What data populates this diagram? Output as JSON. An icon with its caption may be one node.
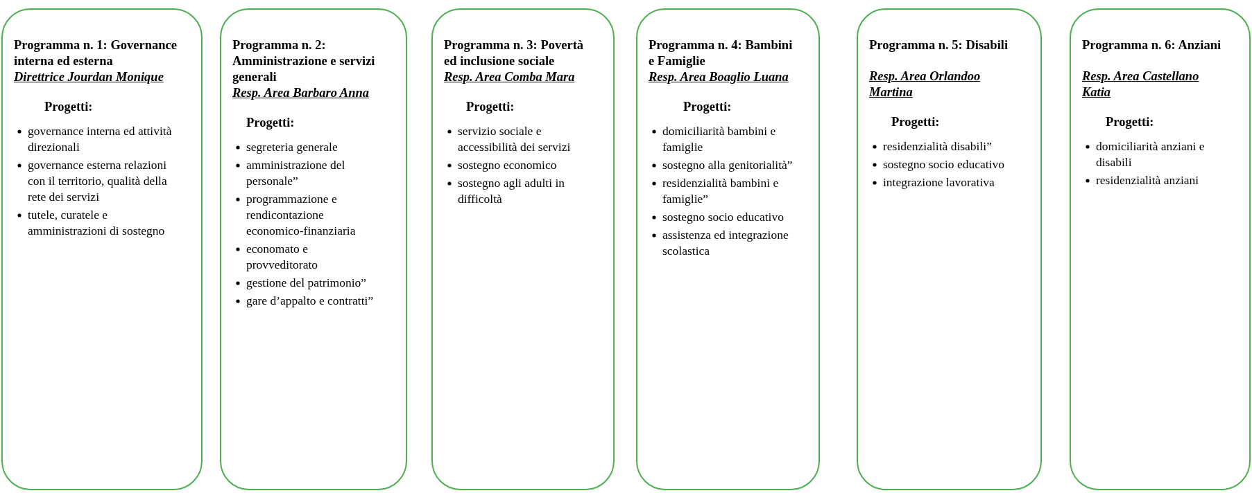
{
  "diagram": {
    "nodes": [
      {
        "text": [
          "Programma n. 1: Governance interna ed esterna",
          "Direttrice Jourdan Monique",
          "Progetti:",
          "governance interna ed attività direzionali",
          "governance esterna relazioni con il territorio, qualità della rete dei servizi",
          "tutele, curatele e amministrazioni di sostegno"
        ]
      },
      {
        "text": [
          "Programma n. 2: Amministrazione e servizi generali",
          "Resp. Area Barbaro Anna",
          "Progetti:",
          "segreteria generale",
          "amministrazione del personale”",
          "programmazione e rendicontazione economico-finanziaria",
          "economato e provveditorato",
          "gestione del patrimonio”",
          "gare d’appalto e contratti”"
        ]
      },
      {
        "text": [
          "Programma n. 3: Povertà ed inclusione sociale",
          "Resp. Area Comba Mara",
          "Progetti:",
          "servizio sociale e accessibilità dei servizi",
          "sostegno economico",
          "sostegno agli adulti in difficoltà"
        ]
      },
      {
        "text": [
          "Programma n. 4: Bambini e Famiglie",
          "Resp. Area Boaglio Luana",
          "Progetti:",
          "domiciliarità bambini e famiglie",
          "sostegno alla genitorialità”",
          "residenzialità bambini e famiglie”",
          "sostegno socio educativo",
          "assistenza ed integrazione scolastica"
        ]
      },
      {
        "text": [
          "Programma n. 5: Disabili",
          "Resp. Area Orlandoo Martina",
          "Progetti:",
          "residenzialità disabili”",
          "sostegno socio educativo",
          "integrazione lavorativa"
        ]
      },
      {
        "text": [
          "Programma n. 6: Anziani",
          "Resp. Area Castellano Katia",
          "Progetti:",
          "domiciliarità anziani e disabili",
          "residenzialità anziani"
        ]
      }
    ],
    "edges": []
  }
}
